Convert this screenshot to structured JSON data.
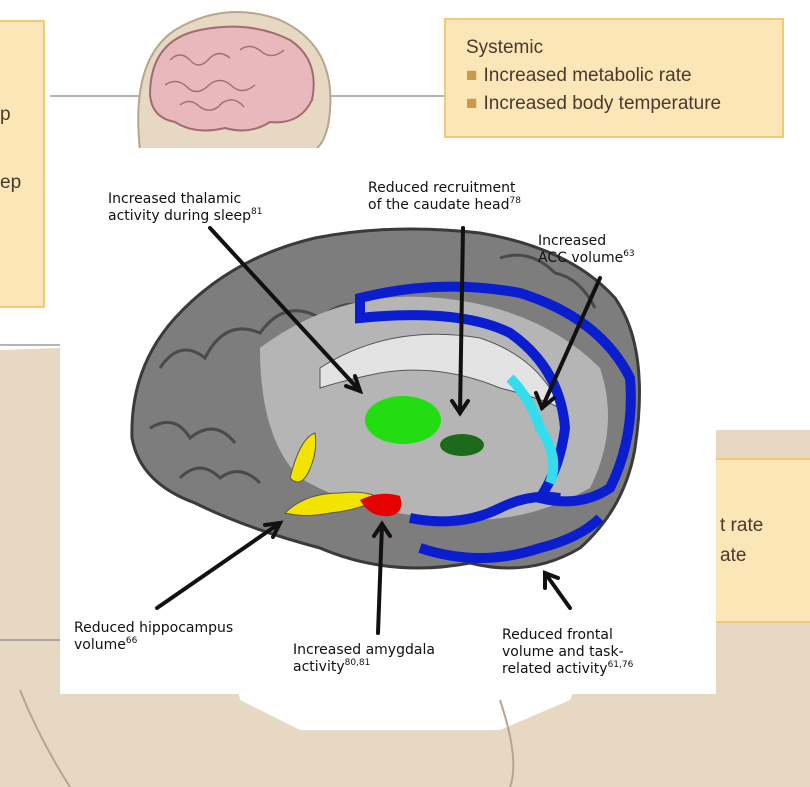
{
  "background": {
    "left_box_fragments": [
      "p",
      "ep"
    ],
    "systemic_box": {
      "title": "Systemic",
      "items": [
        "Increased metabolic rate",
        "Increased body temperature"
      ]
    },
    "right_box_fragments": [
      "t rate",
      "ate"
    ]
  },
  "annotations": {
    "thalamic": {
      "line1": "Increased thalamic",
      "line2": "activity during sleep",
      "ref": "81"
    },
    "caudate": {
      "line1": "Reduced recruitment",
      "line2": "of the caudate head",
      "ref": "78"
    },
    "acc": {
      "line1": "Increased",
      "line2": "ACC volume",
      "ref": "63"
    },
    "hippocampus": {
      "line1": "Reduced hippocampus",
      "line2": "volume",
      "ref": "66"
    },
    "amygdala": {
      "line1": "Increased amygdala",
      "line2": "activity",
      "ref": "80,81"
    },
    "frontal": {
      "line1": "Reduced frontal",
      "line2": "volume and task-",
      "line3": "related activity",
      "ref": "61,76"
    }
  },
  "colors": {
    "box_fill": "#fbe6b8",
    "box_border": "#f1c977",
    "body_skin": "#e6d8c2",
    "thalamus": "#22dd11",
    "caudate": "#1b6b1b",
    "acc": "#33ddee",
    "frontal": "#0a1ecf",
    "hippocampus": "#f3e400",
    "amygdala": "#e60000"
  }
}
